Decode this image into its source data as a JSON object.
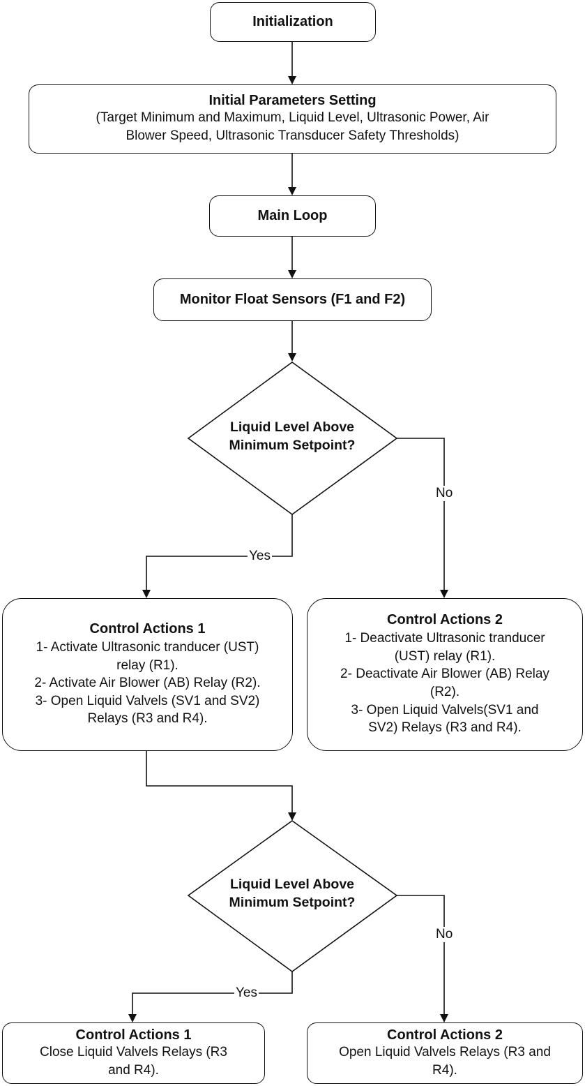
{
  "nodes": {
    "init": {
      "title": "Initialization"
    },
    "params": {
      "title": "Initial Parameters Setting",
      "lines": [
        "(Target Minimum and Maximum, Liquid Level, Ultrasonic Power,  Air",
        "Blower Speed, Ultrasonic  Transducer Safety Thresholds)"
      ]
    },
    "main_loop": {
      "title": "Main Loop"
    },
    "monitor": {
      "title": "Monitor Float Sensors (F1 and F2)"
    },
    "decision1": {
      "lines": [
        "Liquid Level Above",
        "Minimum Setpoint?"
      ]
    },
    "actions1a": {
      "title": "Control Actions 1",
      "lines": [
        "1- Activate Ultrasonic tranducer (UST)",
        "relay (R1).",
        "2- Activate Air Blower (AB) Relay (R2).",
        "3- Open Liquid Valvels (SV1 and SV2)",
        "Relays (R3 and R4)."
      ]
    },
    "actions2a": {
      "title": "Control Actions 2",
      "lines": [
        "1- Deactivate Ultrasonic tranducer",
        "(UST) relay (R1).",
        "2- Deactivate Air Blower (AB) Relay",
        "(R2).",
        "3- Open Liquid Valvels(SV1 and",
        "SV2) Relays (R3 and R4)."
      ]
    },
    "decision2": {
      "lines": [
        "Liquid Level Above",
        "Minimum Setpoint?"
      ]
    },
    "actions1b": {
      "title": "Control Actions 1",
      "lines": [
        "Close Liquid Valvels Relays (R3",
        "and R4)."
      ]
    },
    "actions2b": {
      "title": "Control Actions 2",
      "lines": [
        "Open Liquid Valvels Relays (R3 and",
        "R4)."
      ]
    }
  },
  "edges": {
    "d1_yes": "Yes",
    "d1_no": "No",
    "d2_yes": "Yes",
    "d2_no": "No"
  },
  "colors": {
    "stroke": "#111111",
    "fill": "#ffffff"
  }
}
